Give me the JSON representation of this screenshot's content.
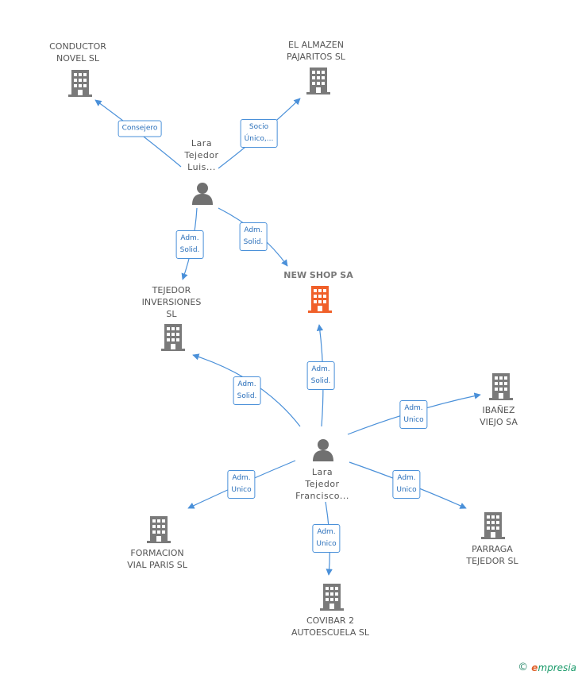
{
  "colors": {
    "edge": "#4a90d9",
    "building_gray": "#7a7a7a",
    "building_main": "#f0602a",
    "person_gray": "#707070"
  },
  "nodes": {
    "conductor_novel": {
      "label": "CONDUCTOR\nNOVEL SL",
      "icon": "building-icon"
    },
    "el_almazen": {
      "label": "EL ALMAZEN\nPAJARITOS SL",
      "icon": "building-icon"
    },
    "lara_luis": {
      "label": "Lara\nTejedor\nLuis...",
      "icon": "person-icon"
    },
    "tejedor_inversiones": {
      "label": "TEJEDOR\nINVERSIONES\nSL",
      "icon": "building-icon"
    },
    "new_shop": {
      "label": "NEW SHOP SA",
      "icon": "building-icon"
    },
    "ibanez_viejo": {
      "label": "IBAÑEZ\nVIEJO SA",
      "icon": "building-icon"
    },
    "lara_francisco": {
      "label": "Lara\nTejedor\nFrancisco...",
      "icon": "person-icon"
    },
    "formacion_vial": {
      "label": "FORMACION\nVIAL PARIS  SL",
      "icon": "building-icon"
    },
    "parraga_tejedor": {
      "label": "PARRAGA\nTEJEDOR  SL",
      "icon": "building-icon"
    },
    "covibar": {
      "label": "COVIBAR 2\nAUTOESCUELA SL",
      "icon": "building-icon"
    }
  },
  "edges": {
    "consejero": "Consejero",
    "socio_unico": "Socio\nÚnico,...",
    "adm_solid_tejedor": "Adm.\nSolid.",
    "adm_solid_newshop_luis": "Adm.\nSolid.",
    "adm_solid_newshop_fran": "Adm.\nSolid.",
    "adm_solid_tejedor_fran": "Adm.\nSolid.",
    "adm_unico_ibanez": "Adm.\nUnico",
    "adm_unico_formacion": "Adm.\nUnico",
    "adm_unico_parraga": "Adm.\nUnico",
    "adm_unico_covibar": "Adm.\nUnico"
  },
  "footer": {
    "copyright": "©",
    "brand_e": "e",
    "brand_rest": "mpresia"
  }
}
